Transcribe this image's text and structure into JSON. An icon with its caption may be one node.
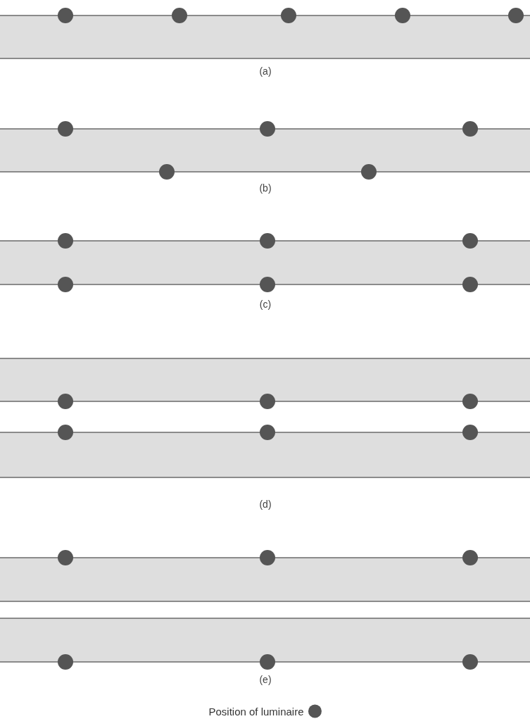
{
  "diagram": {
    "labels": [
      "(a)",
      "(b)",
      "(c)",
      "(d)",
      "(e)"
    ],
    "legend": [
      {
        "text": "Position of luminaire"
      }
    ]
  }
}
